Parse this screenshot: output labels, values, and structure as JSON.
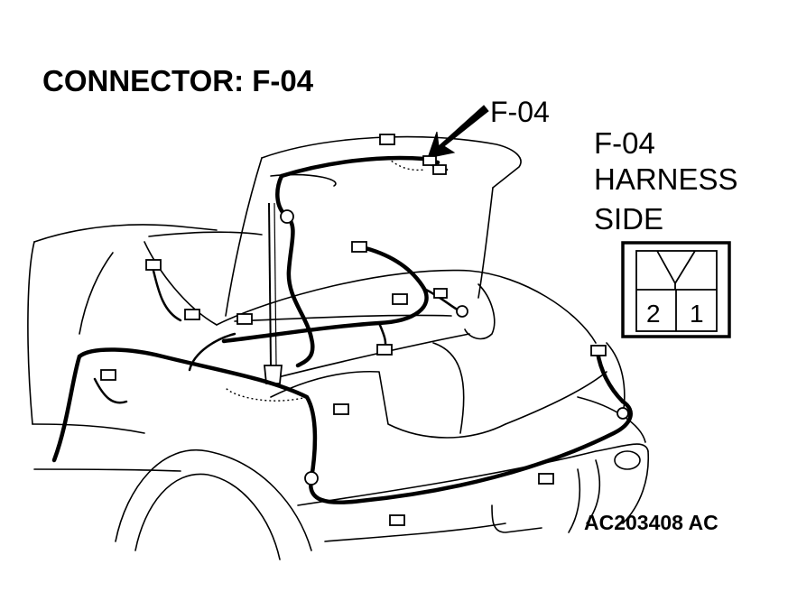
{
  "diagram": {
    "title": "CONNECTOR: F-04",
    "callout_label": "F-04",
    "harness_side_lines": [
      "F-04",
      "HARNESS",
      "SIDE"
    ],
    "pins": [
      "2",
      "1"
    ],
    "reference_code": "AC203408 AC"
  }
}
